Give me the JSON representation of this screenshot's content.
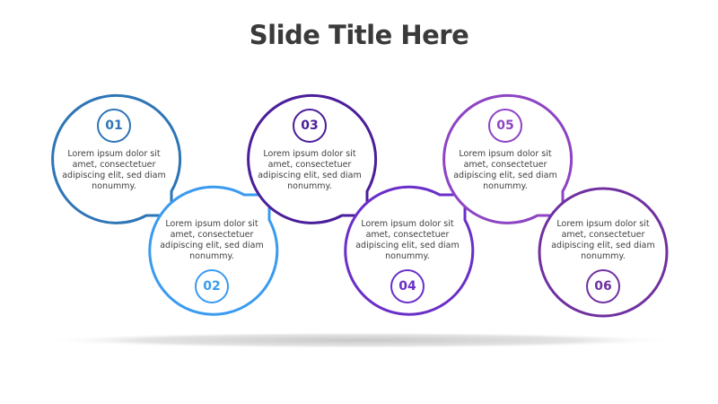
{
  "slide": {
    "title": "Slide Title Here"
  },
  "steps": [
    {
      "number": "01",
      "text": "Lorem ipsum dolor sit amet, consectetuer adipiscing elit, sed diam nonummy.",
      "color": "#2E75B6",
      "position": "top"
    },
    {
      "number": "02",
      "text": "Lorem ipsum dolor sit amet, consectetuer adipiscing elit, sed diam nonummy.",
      "color": "#3A9BF0",
      "position": "bottom"
    },
    {
      "number": "03",
      "text": "Lorem ipsum dolor sit amet, consectetuer adipiscing elit, sed diam nonummy.",
      "color": "#4B1E9A",
      "position": "top"
    },
    {
      "number": "04",
      "text": "Lorem ipsum dolor sit amet, consectetuer adipiscing elit, sed diam nonummy.",
      "color": "#6A2FC8",
      "position": "bottom"
    },
    {
      "number": "05",
      "text": "Lorem ipsum dolor sit amet, consectetuer adipiscing elit, sed diam nonummy.",
      "color": "#8E44C4",
      "position": "top"
    },
    {
      "number": "06",
      "text": "Lorem ipsum dolor sit amet, consectetuer adipiscing elit, sed diam nonummy.",
      "color": "#7030A0",
      "position": "bottom"
    }
  ],
  "colors": {
    "title": "#3a3a3a",
    "body_text": "#404040",
    "shadow": "#c8c8c8"
  }
}
